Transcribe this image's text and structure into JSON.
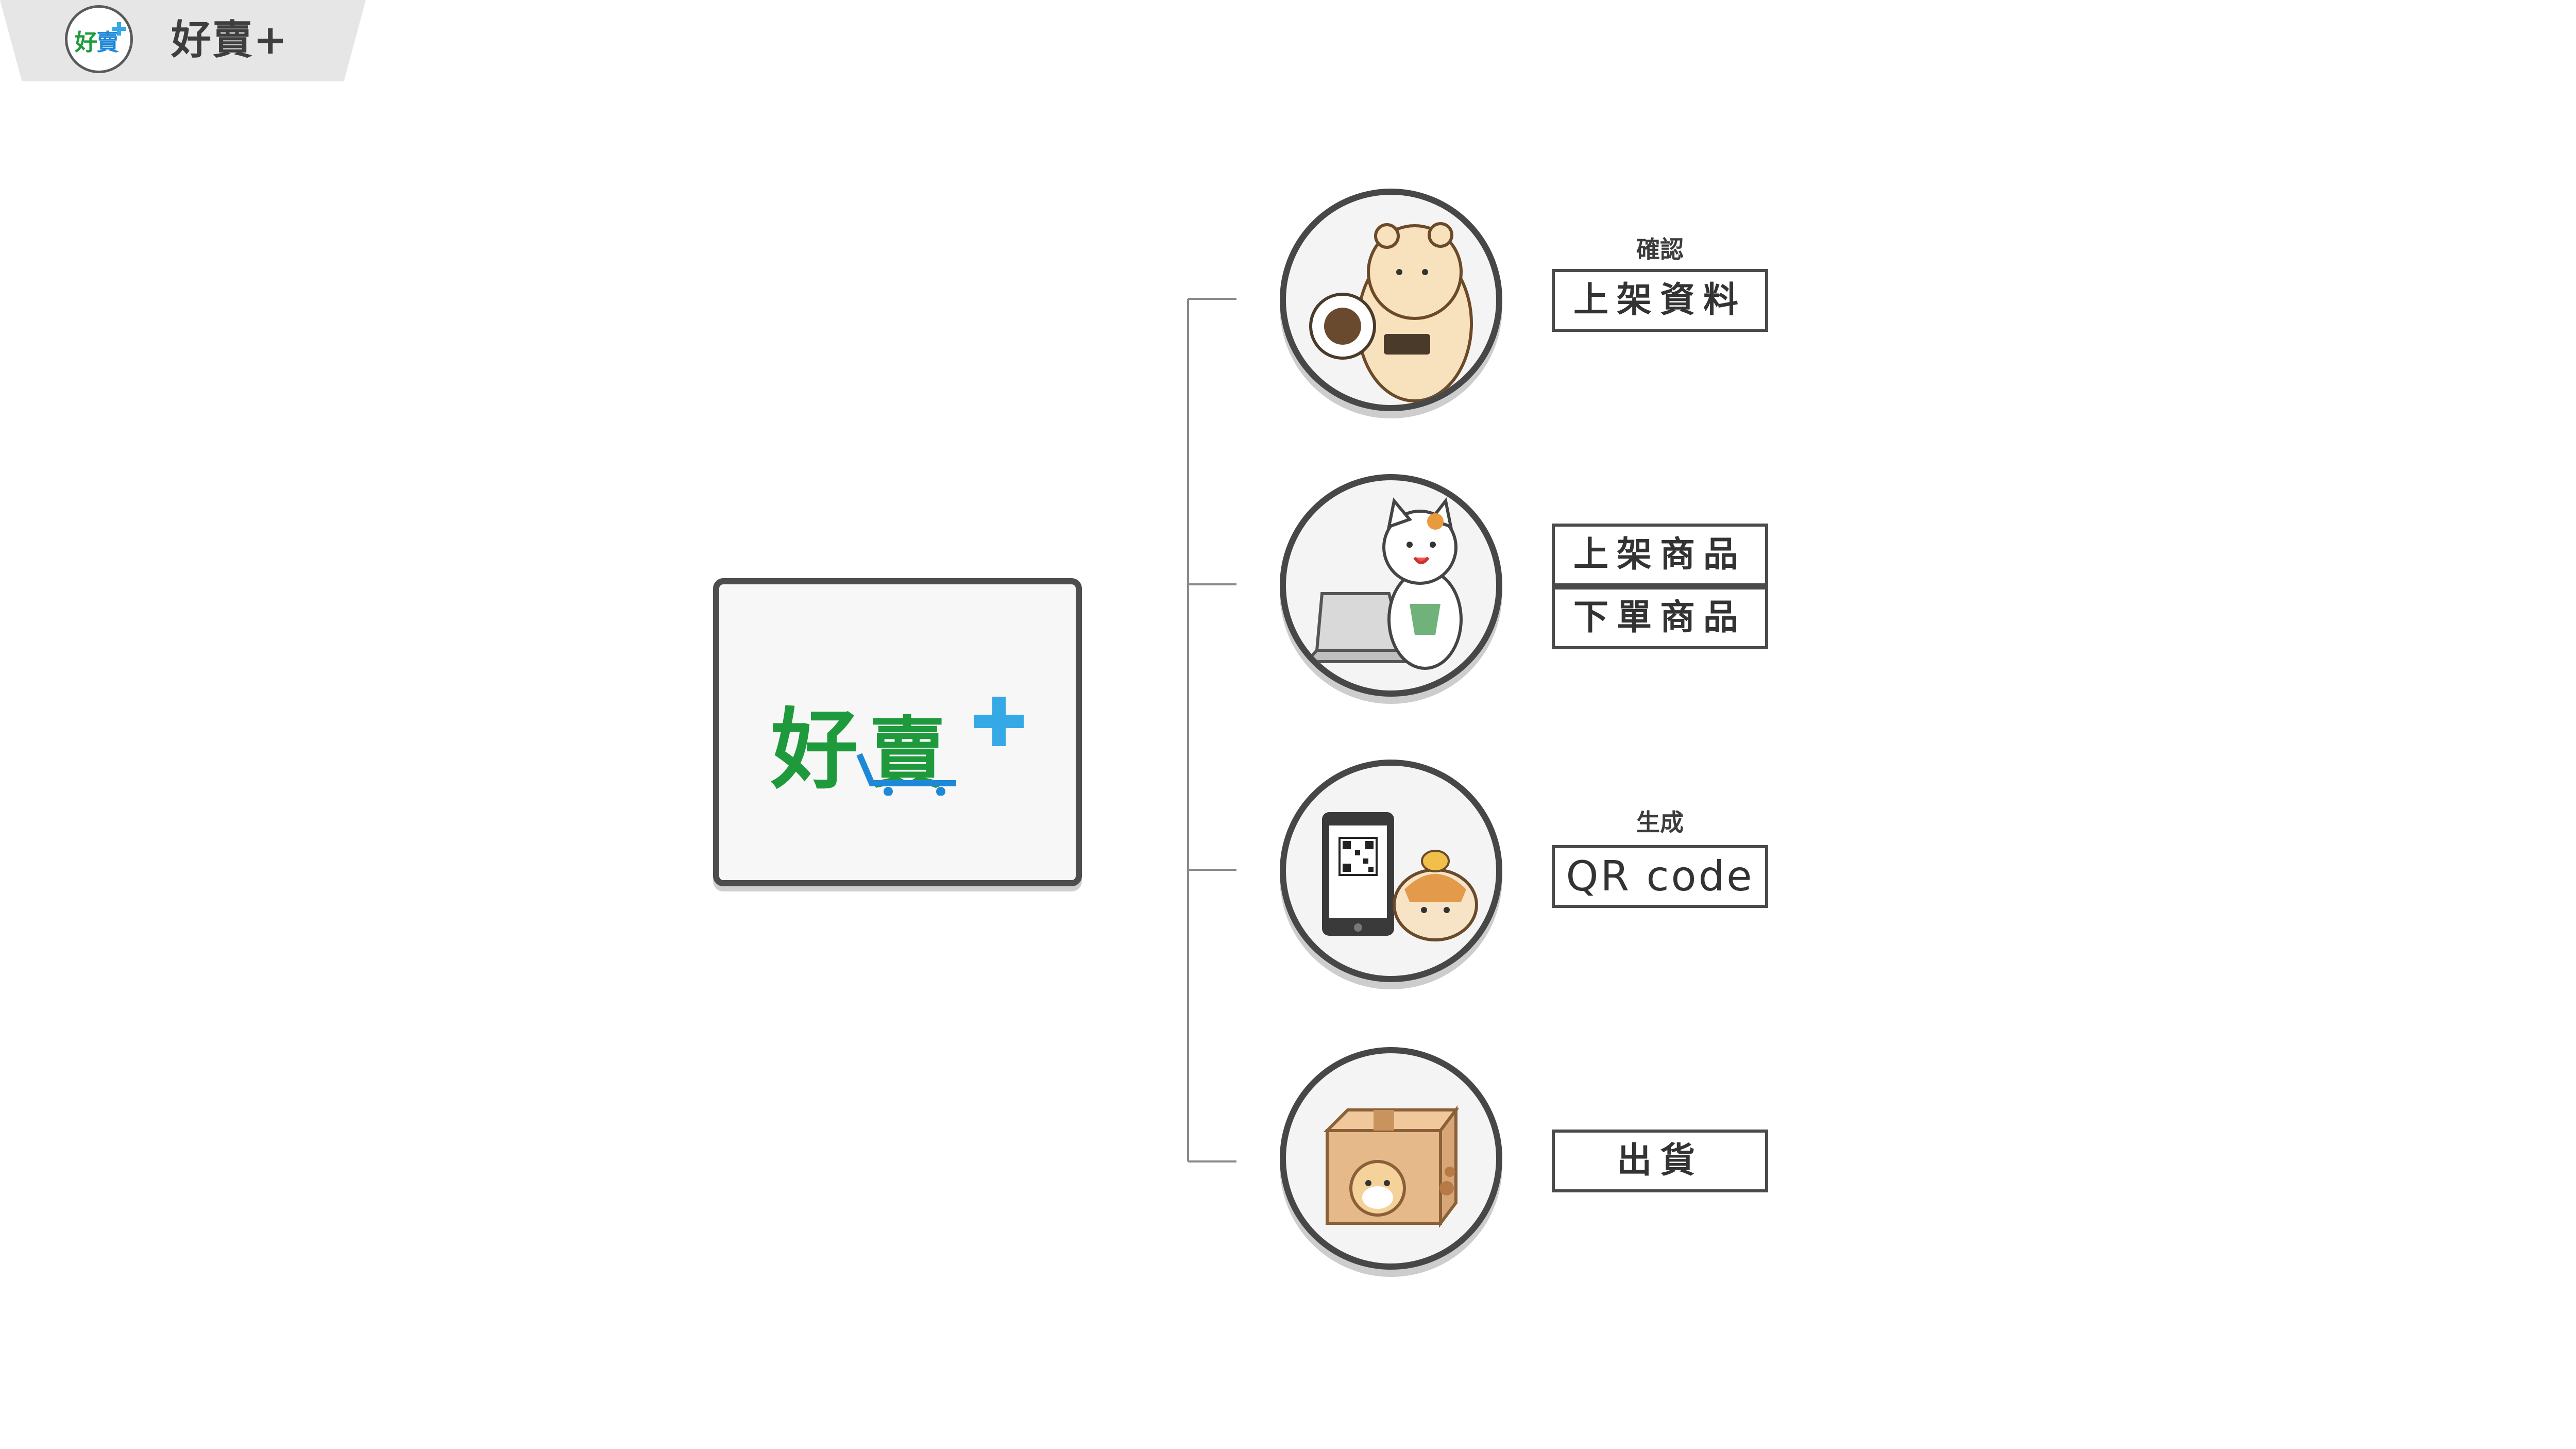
{
  "header": {
    "title": "好賣+",
    "logo_alt": "好賣+ logo mark"
  },
  "center_logo": {
    "brand": "好賣+",
    "colors": {
      "green": "#1e9a3c",
      "blue": "#1e88d8",
      "plus": "#35a8e6"
    }
  },
  "steps": [
    {
      "icon": "bear-with-payment-terminal-icon",
      "caption": "確認",
      "labels": [
        "上架資料"
      ]
    },
    {
      "icon": "cat-with-laptop-icon",
      "caption": "",
      "labels": [
        "上架商品",
        "下單商品"
      ]
    },
    {
      "icon": "phone-qr-hamster-icon",
      "caption": "生成",
      "labels": [
        "QR code"
      ]
    },
    {
      "icon": "shiba-in-box-icon",
      "caption": "",
      "labels": [
        "出貨"
      ]
    }
  ],
  "colors": {
    "stroke": "#474747",
    "connector": "#8a8a8a",
    "header_bg": "#e6e6e6"
  }
}
